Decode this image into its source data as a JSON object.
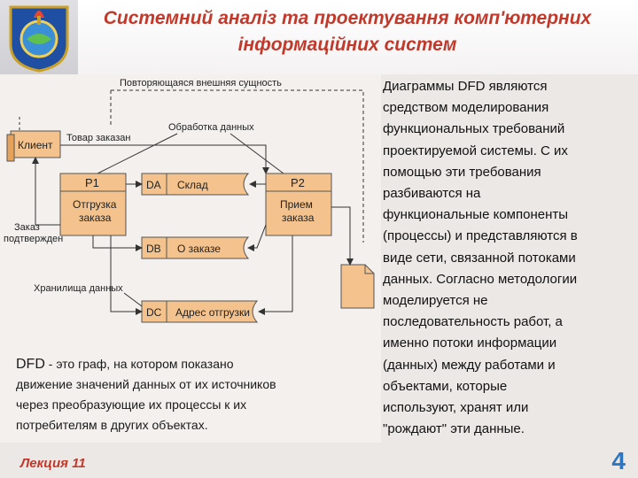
{
  "header": {
    "title_line1": "Системний аналіз та проектування комп'ютерних",
    "title_line2": "інформаційних систем"
  },
  "diagram": {
    "label_external": "Повторяющаяся внешняя сущность",
    "label_process": "Обработка данных",
    "label_flow": "Товар заказан",
    "label_order_confirmed_1": "Заказ",
    "label_order_confirmed_2": "подтвержден",
    "label_stores": "Хранилища данных",
    "client": "Клиент",
    "p1_id": "P1",
    "p1_name_1": "Отгрузка",
    "p1_name_2": "заказа",
    "p2_id": "P2",
    "p2_name_1": "Прием",
    "p2_name_2": "заказа",
    "store_a_id": "DA",
    "store_a_name": "Склад",
    "store_b_id": "DB",
    "store_b_name": "О заказе",
    "store_c_id": "DC",
    "store_c_name": "Адрес отгрузки"
  },
  "definition": {
    "term": "DFD",
    "line1_rest": " - это граф, на котором показано",
    "line2": "движение значений данных от их источников",
    "line3": "через преобразующие их процессы к их",
    "line4": "потребителям в других объектах."
  },
  "right_text": [
    "Диаграммы DFD являются",
    "средством моделирования",
    "функциональных требований",
    "проектируемой системы. С их",
    "помощью эти требования",
    "разбиваются на",
    "функциональные компоненты",
    "(процессы) и представляются в",
    "виде сети, связанной потоками",
    "данных. Согласно методологии",
    "моделируется не",
    "последовательность работ, а",
    "именно потоки информации",
    "(данных) между работами и",
    "объектами, которые",
    "используют, хранят или",
    "\"рождают\" эти данные."
  ],
  "footer": {
    "lecture": "Лекция 11",
    "page_number": "4"
  },
  "colors": {
    "title": "#c0392b",
    "orange_box": "#f4c28c",
    "orange_dark": "#e6a25a",
    "page_number": "#2f75c2"
  }
}
